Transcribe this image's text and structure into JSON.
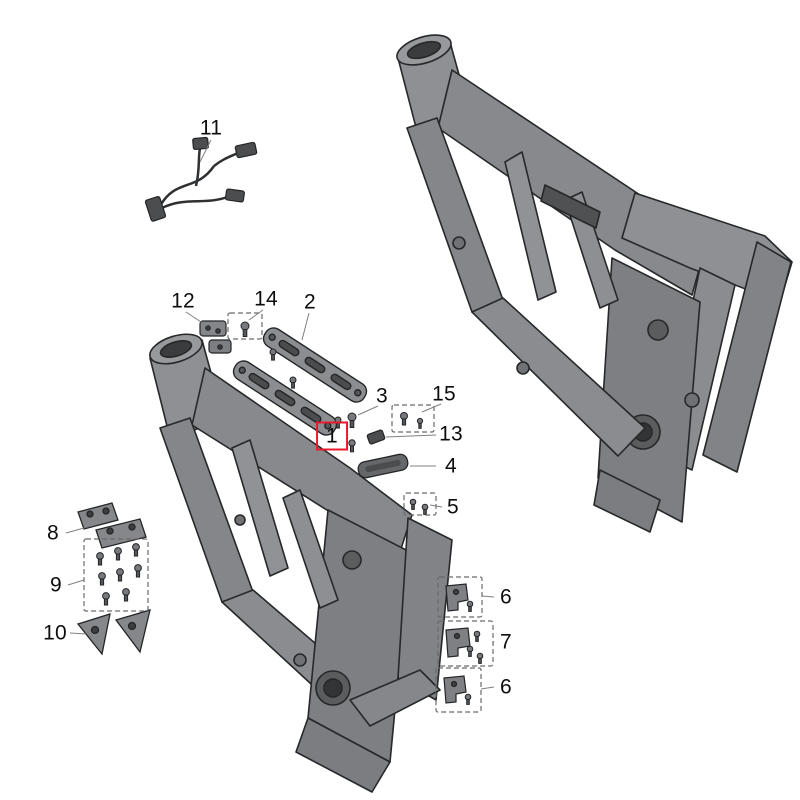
{
  "diagram": {
    "type": "exploded-parts-diagram",
    "subject": "motorcycle-frame",
    "background": "#ffffff",
    "selected_callout": "1",
    "highlight_color": "#e8192c"
  },
  "palette": {
    "frame_fill": "#87898c",
    "frame_light": "#97999c",
    "frame_shadow": "#6f7174",
    "hole_dark": "#3c3e40",
    "outline": "#26282a",
    "leader_line": "#808080",
    "dashed_box": "#6a6a6a"
  },
  "callouts": [
    {
      "label": "11",
      "selected": false
    },
    {
      "label": "12",
      "selected": false
    },
    {
      "label": "14",
      "selected": false
    },
    {
      "label": "2",
      "selected": false
    },
    {
      "label": "3",
      "selected": false
    },
    {
      "label": "15",
      "selected": false
    },
    {
      "label": "1",
      "selected": true
    },
    {
      "label": "13",
      "selected": false
    },
    {
      "label": "4",
      "selected": false
    },
    {
      "label": "5",
      "selected": false
    },
    {
      "label": "8",
      "selected": false
    },
    {
      "label": "9",
      "selected": false
    },
    {
      "label": "10",
      "selected": false
    },
    {
      "label": "6",
      "selected": false
    },
    {
      "label": "7",
      "selected": false
    },
    {
      "label": "6",
      "selected": false
    }
  ]
}
